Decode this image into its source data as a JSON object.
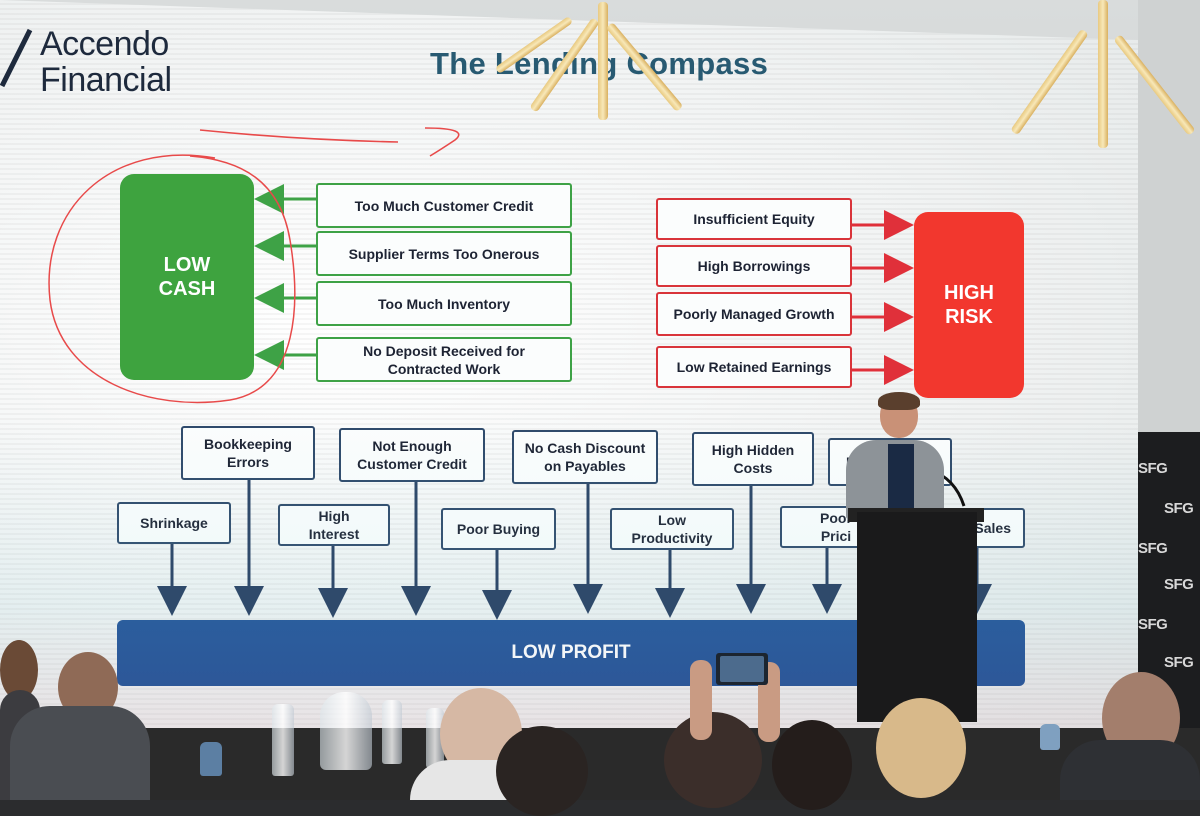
{
  "slide": {
    "logo_line1": "Accendo",
    "logo_line2": "Financial",
    "title": "The Lending Compass",
    "low_cash_line1": "LOW",
    "low_cash_line2": "CASH",
    "high_risk_line1": "HIGH",
    "high_risk_line2": "RISK",
    "low_profit": "LOW PROFIT",
    "cash_causes": [
      "Too Much Customer Credit",
      "Supplier Terms Too Onerous",
      "Too Much Inventory",
      "No Deposit Received for Contracted Work"
    ],
    "risk_causes": [
      "Insufficient Equity",
      "High Borrowings",
      "Poorly Managed Growth",
      "Low Retained Earnings"
    ],
    "profit_causes_top": [
      "Bookkeeping Errors",
      "Not Enough Customer Credit",
      "No Cash Discount on Payables",
      "High Hidden Costs",
      "Poo    se"
    ],
    "profit_causes_bottom": [
      "Shrinkage",
      "High Interest",
      "Poor Buying",
      "Low Productivity",
      "Poor Prici",
      "w Sales"
    ]
  },
  "backdrop": {
    "brand": "SFG"
  },
  "colors": {
    "green": "#3ea33f",
    "red": "#f2372e",
    "navy": "#1d4f96",
    "title": "#285a72"
  }
}
